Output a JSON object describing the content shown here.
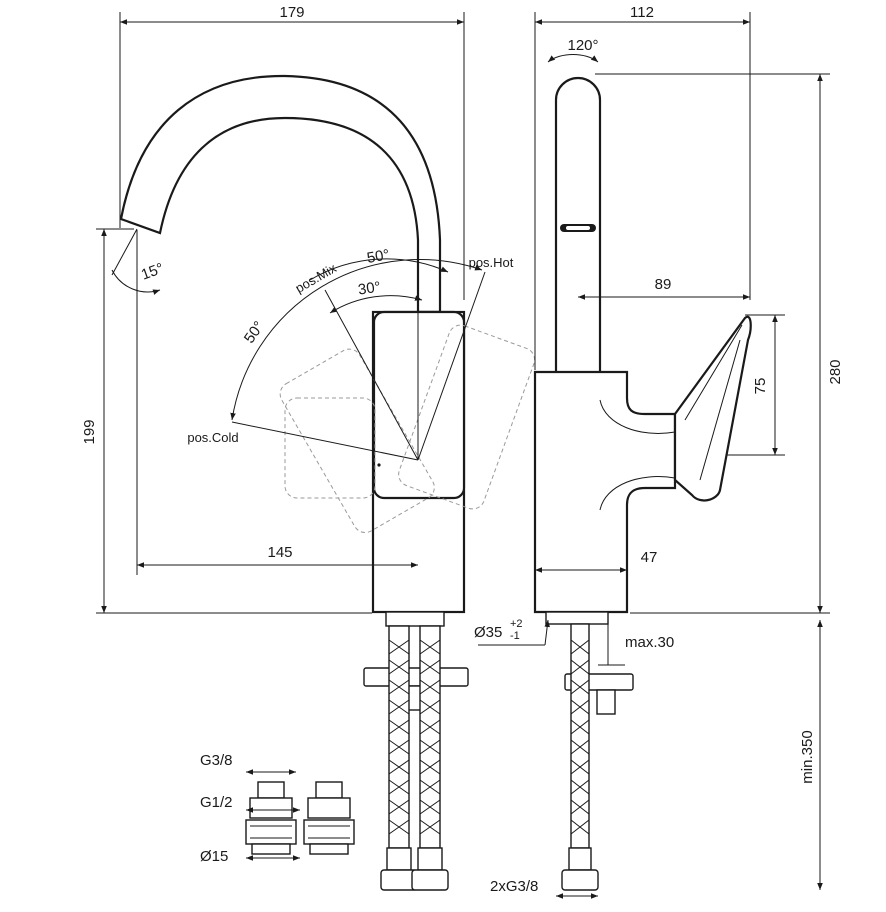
{
  "dimensions": {
    "front_width": "179",
    "side_width": "112",
    "rotation": "120°",
    "front_height": "199",
    "side_height": "280",
    "spout_reach": "145",
    "lever_reach": "89",
    "lever_height": "75",
    "body_depth": "47",
    "base_diameter": "Ø35",
    "base_tol_upper": "+2",
    "base_tol_lower": "-1",
    "max_thickness": "max.30",
    "hose_length": "min.350",
    "connector_thread": "2xG3/8",
    "spout_tilt": "15°",
    "angle_inner": "30°",
    "angle_outer_right": "50°",
    "angle_outer_left": "50°"
  },
  "positions": {
    "mix": "pos.Mix",
    "hot": "pos.Hot",
    "cold": "pos.Cold"
  },
  "fittings": {
    "g38": "G3/8",
    "g12": "G1/2",
    "d15": "Ø15"
  }
}
